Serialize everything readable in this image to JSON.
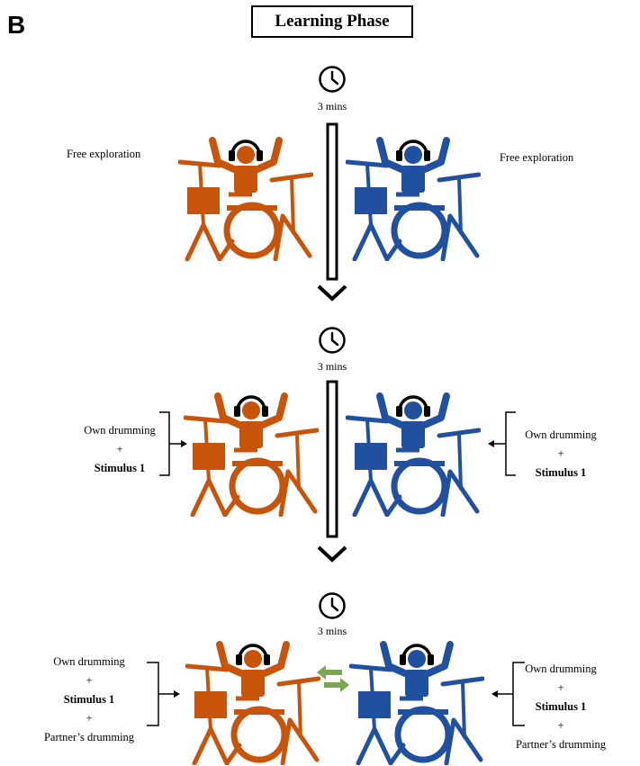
{
  "panel_label": "B",
  "title": "Learning Phase",
  "colors": {
    "left_drummer": "#c8540c",
    "right_drummer": "#2250a0",
    "exchange_arrows": "#7aa852"
  },
  "icons": [
    "clock-icon",
    "drummer-with-headphones-icon",
    "down-arrow",
    "bidirectional-arrow-icon"
  ],
  "stages": [
    {
      "duration": "3 mins",
      "left_text": [
        "Free exploration"
      ],
      "right_text": [
        "Free exploration"
      ]
    },
    {
      "duration": "3 mins",
      "left_text": [
        "Own drumming",
        "+",
        "Stimulus 1"
      ],
      "right_text": [
        "Own drumming",
        "+",
        "Stimulus 1"
      ]
    },
    {
      "duration": "3 mins",
      "left_text": [
        "Own drumming",
        "+",
        "Stimulus 1",
        "+",
        "Partner’s drumming"
      ],
      "right_text": [
        "Own drumming",
        "+",
        "Stimulus 1",
        "+",
        "Partner’s drumming"
      ]
    }
  ]
}
